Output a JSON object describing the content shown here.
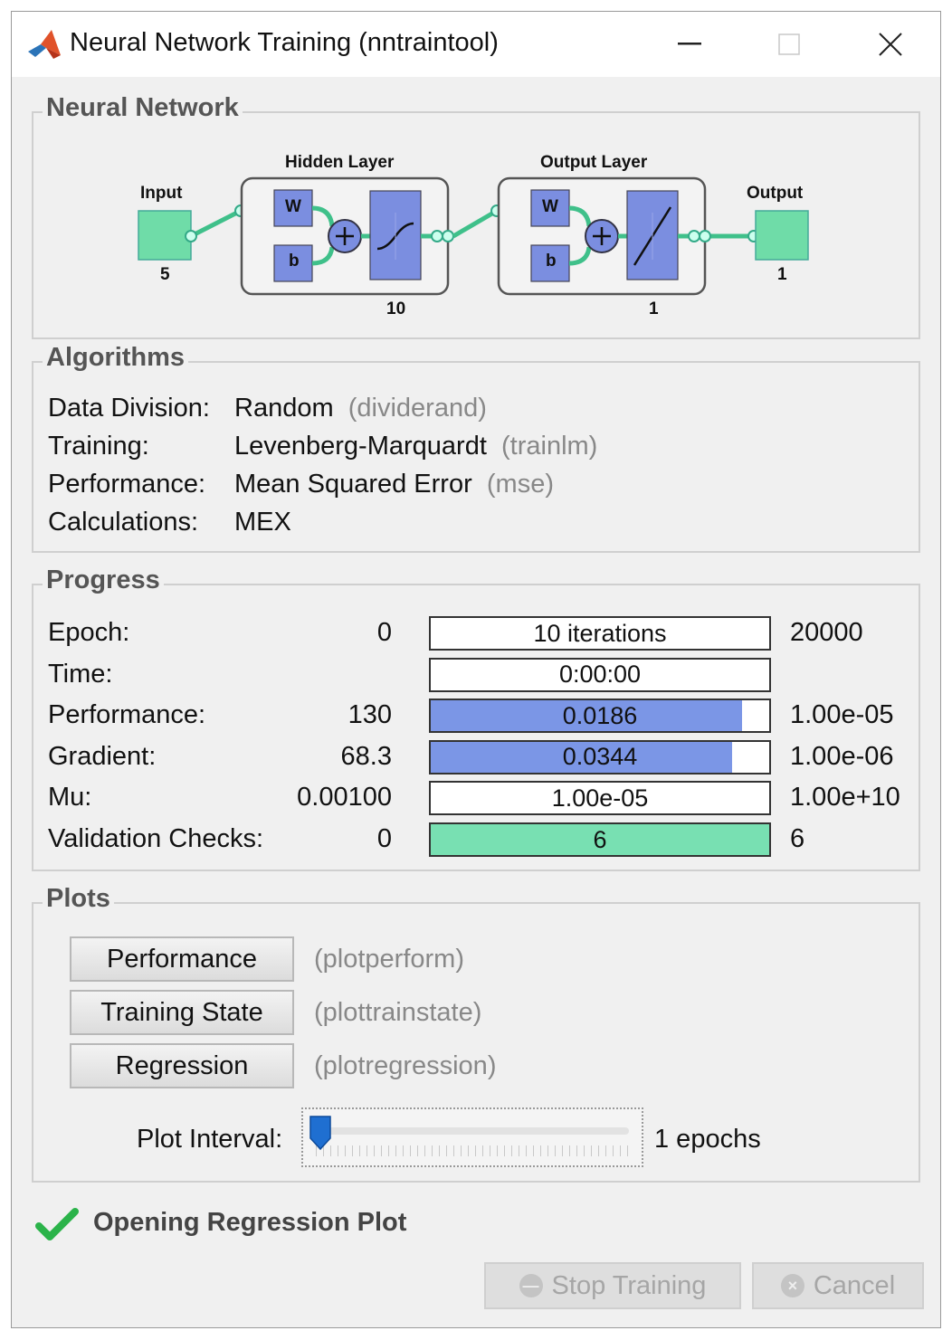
{
  "window": {
    "title": "Neural Network Training (nntraintool)",
    "minimize_icon": "minimize-icon",
    "maximize_icon": "maximize-icon",
    "close_icon": "close-icon"
  },
  "neural_network": {
    "section_title": "Neural Network",
    "input_label": "Input",
    "input_size": "5",
    "hidden_layer_label": "Hidden Layer",
    "hidden_size": "10",
    "output_layer_label": "Output Layer",
    "output_layer_size": "1",
    "output_label": "Output",
    "output_size": "1",
    "weight_label": "W",
    "bias_label": "b",
    "colors": {
      "node": "#6fdca8",
      "block": "#7b8ee0",
      "link": "#3fc08a"
    }
  },
  "algorithms": {
    "section_title": "Algorithms",
    "rows": [
      {
        "label": "Data Division:",
        "value": "Random",
        "fn": "(dividerand)"
      },
      {
        "label": "Training:",
        "value": "Levenberg-Marquardt",
        "fn": "(trainlm)"
      },
      {
        "label": "Performance:",
        "value": "Mean Squared Error",
        "fn": "(mse)"
      },
      {
        "label": "Calculations:",
        "value": "MEX",
        "fn": ""
      }
    ]
  },
  "progress": {
    "section_title": "Progress",
    "rows": [
      {
        "label": "Epoch:",
        "start": "0",
        "current": "10 iterations",
        "end": "20000",
        "fill": 0,
        "color": "#ffffff"
      },
      {
        "label": "Time:",
        "start": "",
        "current": "0:00:00",
        "end": "",
        "fill": 0,
        "color": "#ffffff"
      },
      {
        "label": "Performance:",
        "start": "130",
        "current": "0.0186",
        "end": "1.00e-05",
        "fill": 0.92,
        "color": "#7b96e6"
      },
      {
        "label": "Gradient:",
        "start": "68.3",
        "current": "0.0344",
        "end": "1.00e-06",
        "fill": 0.89,
        "color": "#7b96e6"
      },
      {
        "label": "Mu:",
        "start": "0.00100",
        "current": "1.00e-05",
        "end": "1.00e+10",
        "fill": 0,
        "color": "#ffffff"
      },
      {
        "label": "Validation Checks:",
        "start": "0",
        "current": "6",
        "end": "6",
        "fill": 1.0,
        "color": "#78e0b2"
      }
    ]
  },
  "plots": {
    "section_title": "Plots",
    "buttons": [
      {
        "label": "Performance",
        "fn": "(plotperform)"
      },
      {
        "label": "Training State",
        "fn": "(plottrainstate)"
      },
      {
        "label": "Regression",
        "fn": "(plotregression)"
      }
    ],
    "interval_label": "Plot Interval:",
    "interval_value": "1 epochs",
    "interval_level": 0
  },
  "status": {
    "text": "Opening Regression Plot",
    "icon": "checkmark-icon"
  },
  "footer": {
    "stop_label": "Stop Training",
    "cancel_label": "Cancel"
  }
}
